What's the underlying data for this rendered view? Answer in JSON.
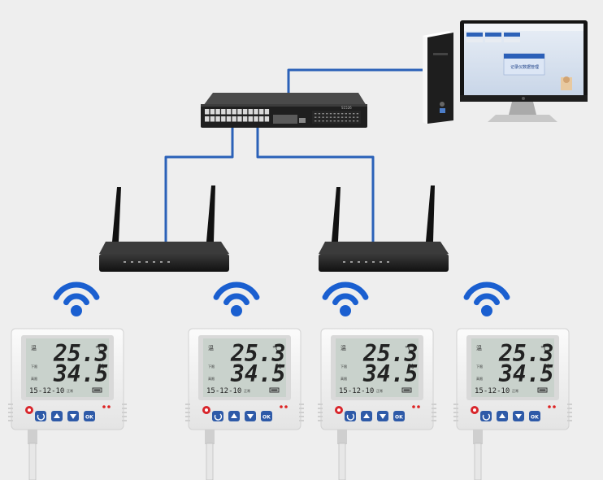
{
  "colors": {
    "background": "#eeeeee",
    "cable": "#2b61b8",
    "wifi": "#1a5fd0",
    "lcd": "#c9d2cc",
    "device_body": "#f6f6f6",
    "button": "#2e5aa8"
  },
  "switch": {
    "label": "S1526"
  },
  "computer": {
    "screen_dialog_text": "记录仪数据管理"
  },
  "routers": [
    {
      "id": "router-left"
    },
    {
      "id": "router-right"
    }
  ],
  "sensors": [
    {
      "temperature": "25.3",
      "temp_unit": "°C",
      "humidity": "34.5",
      "hum_unit": "%",
      "date": "15-12-10",
      "label_top": "温",
      "label_low": "下限",
      "label_high": "高限",
      "status": "正常"
    },
    {
      "temperature": "25.3",
      "temp_unit": "°C",
      "humidity": "34.5",
      "hum_unit": "%",
      "date": "15-12-10",
      "label_top": "温",
      "label_low": "下限",
      "label_high": "高限",
      "status": "正常"
    },
    {
      "temperature": "25.3",
      "temp_unit": "°C",
      "humidity": "34.5",
      "hum_unit": "%",
      "date": "15-12-10",
      "label_top": "温",
      "label_low": "下限",
      "label_high": "高限",
      "status": "正常"
    },
    {
      "temperature": "25.3",
      "temp_unit": "°C",
      "humidity": "34.5",
      "hum_unit": "%",
      "date": "15-12-10",
      "label_top": "温",
      "label_low": "下限",
      "label_high": "高限",
      "status": "正常"
    }
  ],
  "buttons": {
    "ok_label": "OK"
  }
}
